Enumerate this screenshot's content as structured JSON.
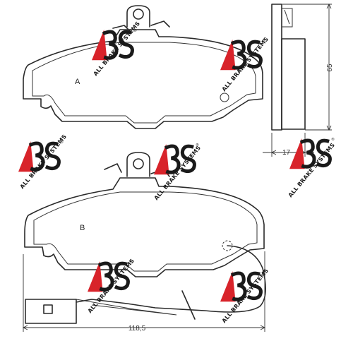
{
  "labels": {
    "pad_a": "A",
    "pad_b": "B"
  },
  "dimensions": {
    "height": "65",
    "thickness": "17",
    "width": "118,5"
  },
  "watermark": {
    "letters": "ABS",
    "text": "ALL BRAKE SYSTEMS",
    "registered": "®"
  },
  "colors": {
    "line": "#2a2a2a",
    "logo_red": "#d8232a",
    "logo_black": "#1a1a1a"
  }
}
